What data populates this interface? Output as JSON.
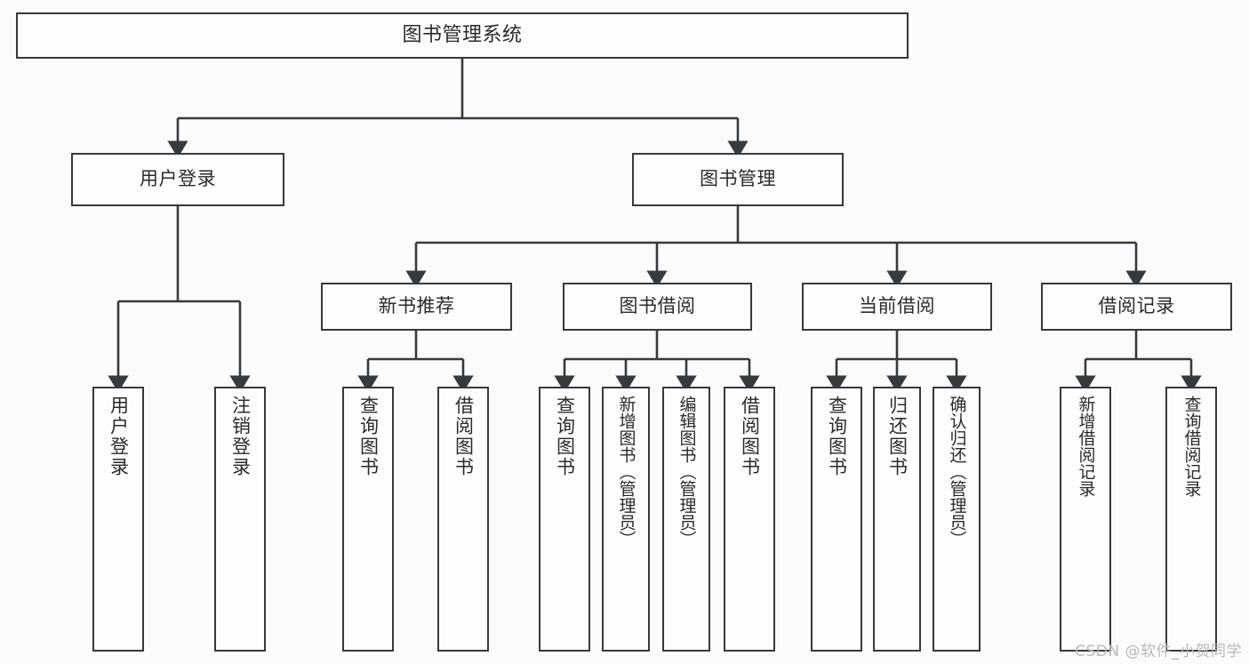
{
  "diagram": {
    "title": "图书管理系统",
    "type": "tree",
    "watermark": "CSDN @软件_小贺同学",
    "colors": {
      "background": "#fbfbfb",
      "node_fill": "#fdfdfd",
      "node_border": "#36393d",
      "edge": "#36393d",
      "text": "#2b2b2b",
      "watermark": "#b9b9b9"
    },
    "root": {
      "label": "图书管理系统"
    },
    "level2": [
      {
        "label": "用户登录"
      },
      {
        "label": "图书管理"
      }
    ],
    "level3": [
      {
        "label": "新书推荐"
      },
      {
        "label": "图书借阅"
      },
      {
        "label": "当前借阅"
      },
      {
        "label": "借阅记录"
      }
    ],
    "leaves": {
      "user_login": [
        {
          "label": "用户登录"
        },
        {
          "label": "注销登录"
        }
      ],
      "new_book_recommend": [
        {
          "label": "查询图书"
        },
        {
          "label": "借阅图书"
        }
      ],
      "book_borrow": [
        {
          "label": "查询图书"
        },
        {
          "label": "新增图书（管理员）"
        },
        {
          "label": "编辑图书（管理员）"
        },
        {
          "label": "借阅图书"
        }
      ],
      "current_borrow": [
        {
          "label": "查询图书"
        },
        {
          "label": "归还图书"
        },
        {
          "label": "确认归还（管理员）"
        }
      ],
      "borrow_record": [
        {
          "label": "新增借阅记录"
        },
        {
          "label": "查询借阅记录"
        }
      ]
    }
  }
}
